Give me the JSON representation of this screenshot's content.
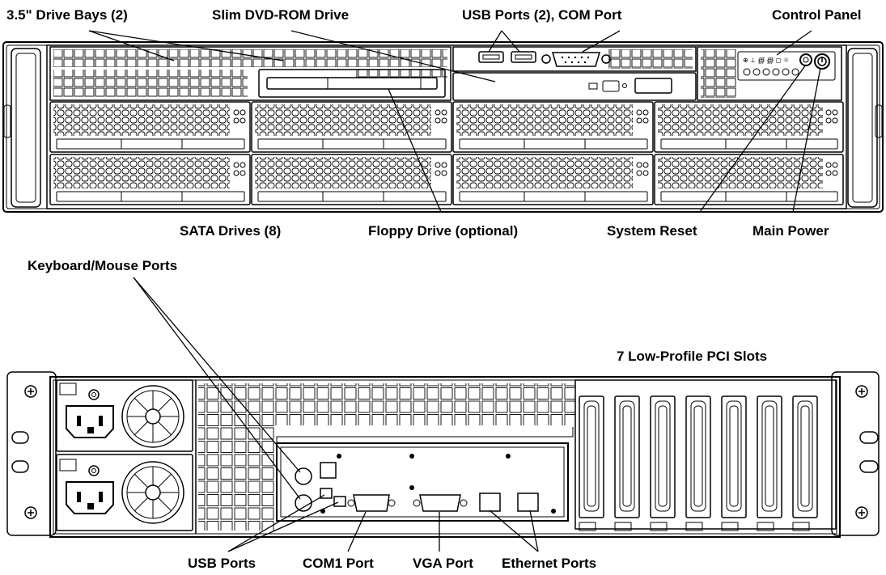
{
  "front_view": {
    "labels": {
      "drive_bays": "3.5\" Drive Bays (2)",
      "dvd_drive": "Slim DVD-ROM Drive",
      "usb_com": "USB Ports (2), COM Port",
      "control_panel": "Control Panel",
      "sata_drives": "SATA Drives (8)",
      "floppy_drive": "Floppy Drive (optional)",
      "system_reset": "System Reset",
      "main_power": "Main Power"
    }
  },
  "rear_view": {
    "labels": {
      "keyboard_mouse": "Keyboard/Mouse Ports",
      "pci_slots": "7 Low-Profile PCI Slots",
      "usb_ports": "USB Ports",
      "com1_port": "COM1 Port",
      "vga_port": "VGA Port",
      "ethernet_ports": "Ethernet Ports"
    }
  }
}
